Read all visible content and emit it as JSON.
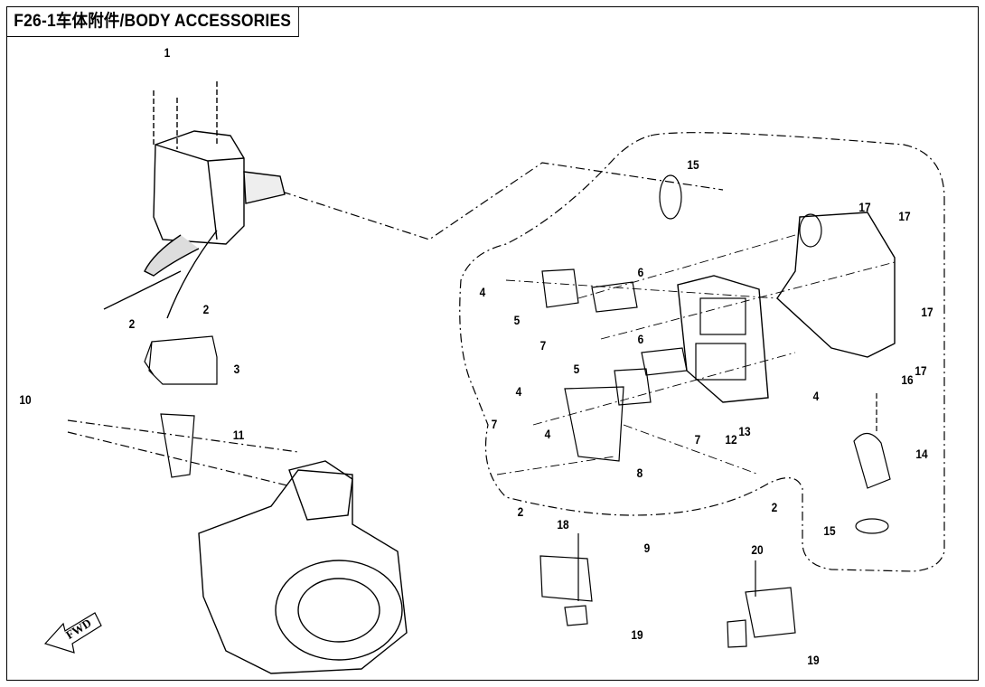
{
  "title": "F26-1车体附件/BODY ACCESSORIES",
  "fwd_label": "FWD",
  "callouts": [
    "1",
    "2",
    "2",
    "3",
    "10",
    "11",
    "15",
    "17",
    "17",
    "17",
    "17",
    "16",
    "4",
    "4",
    "4",
    "4",
    "5",
    "5",
    "6",
    "6",
    "7",
    "7",
    "7",
    "12",
    "13",
    "14",
    "8",
    "2",
    "2",
    "9",
    "15",
    "18",
    "19",
    "19",
    "20"
  ]
}
